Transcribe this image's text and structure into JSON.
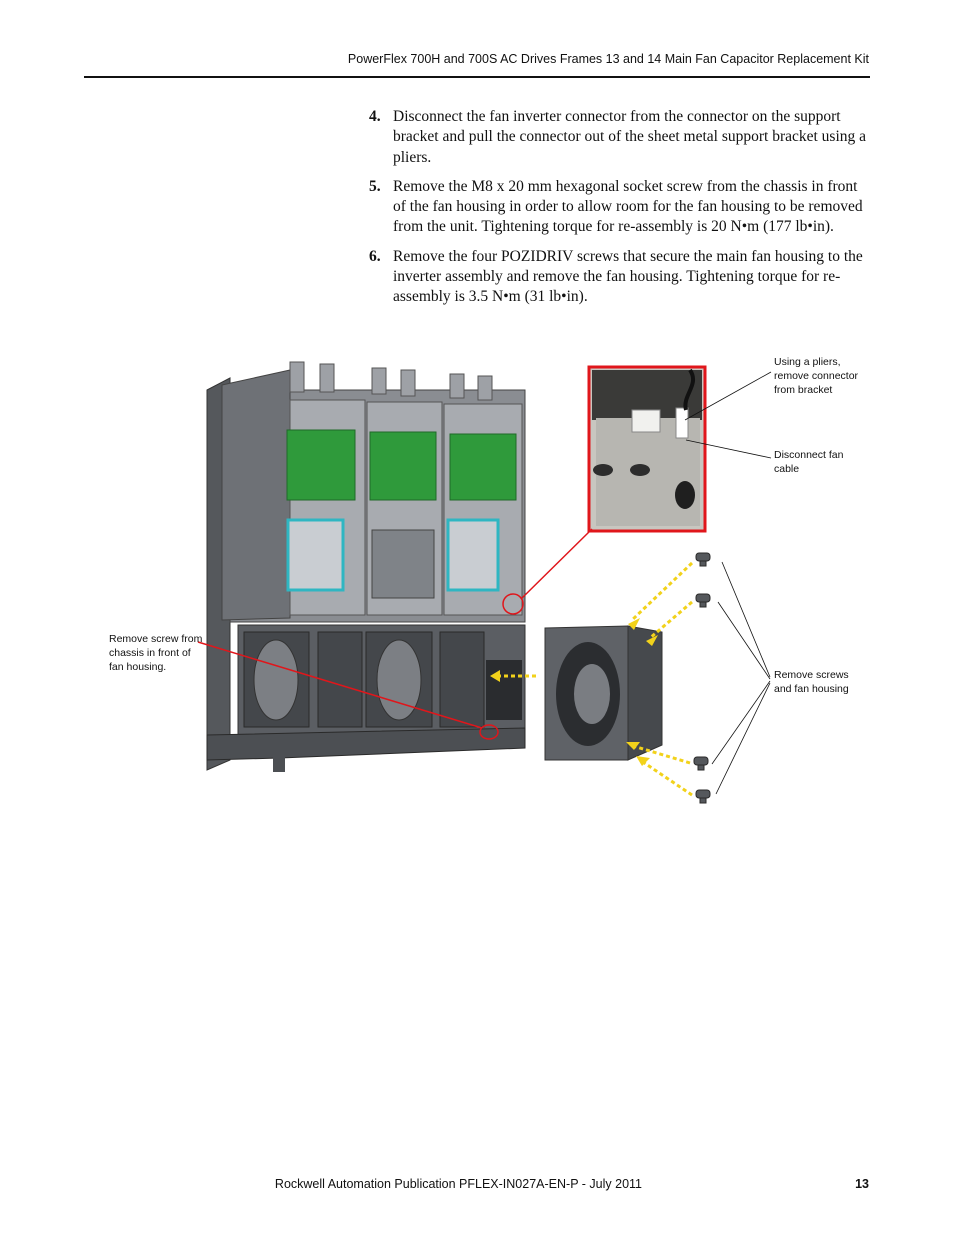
{
  "header": {
    "title": "PowerFlex 700H and 700S AC Drives Frames 13 and 14 Main Fan Capacitor Replacement Kit"
  },
  "steps": [
    {
      "number": "4.",
      "text": "Disconnect the fan inverter connector from the connector on the support bracket and pull the connector out of the sheet metal support bracket using a pliers."
    },
    {
      "number": "5.",
      "text": "Remove the M8 x 20 mm hexagonal socket screw from the chassis in front of the fan housing in order to allow room for the fan housing to be removed from the unit. Tightening torque for re-assembly is 20 N•m (177 lb•in)."
    },
    {
      "number": "6.",
      "text": "Remove the four POZIDRIV screws that secure the main fan housing to the inverter assembly and remove the fan housing. Tightening torque for re-assembly is 3.5 N•m (31 lb•in)."
    }
  ],
  "figure": {
    "callouts": {
      "pliers": "Using a pliers,\nremove connector\nfrom bracket",
      "disconnect": "Disconnect fan\ncable",
      "screw_chassis": "Remove screw from\nchassis in front of\nfan housing.",
      "screws_housing": "Remove screws\nand fan housing"
    },
    "colors": {
      "highlight": "#e0161b",
      "arrow": "#f2d21b",
      "board": "#2f9a3b",
      "chassis": "#6a6d72"
    }
  },
  "footer": {
    "publication": "Rockwell Automation Publication PFLEX-IN027A-EN-P - July 2011",
    "page_number": "13"
  }
}
